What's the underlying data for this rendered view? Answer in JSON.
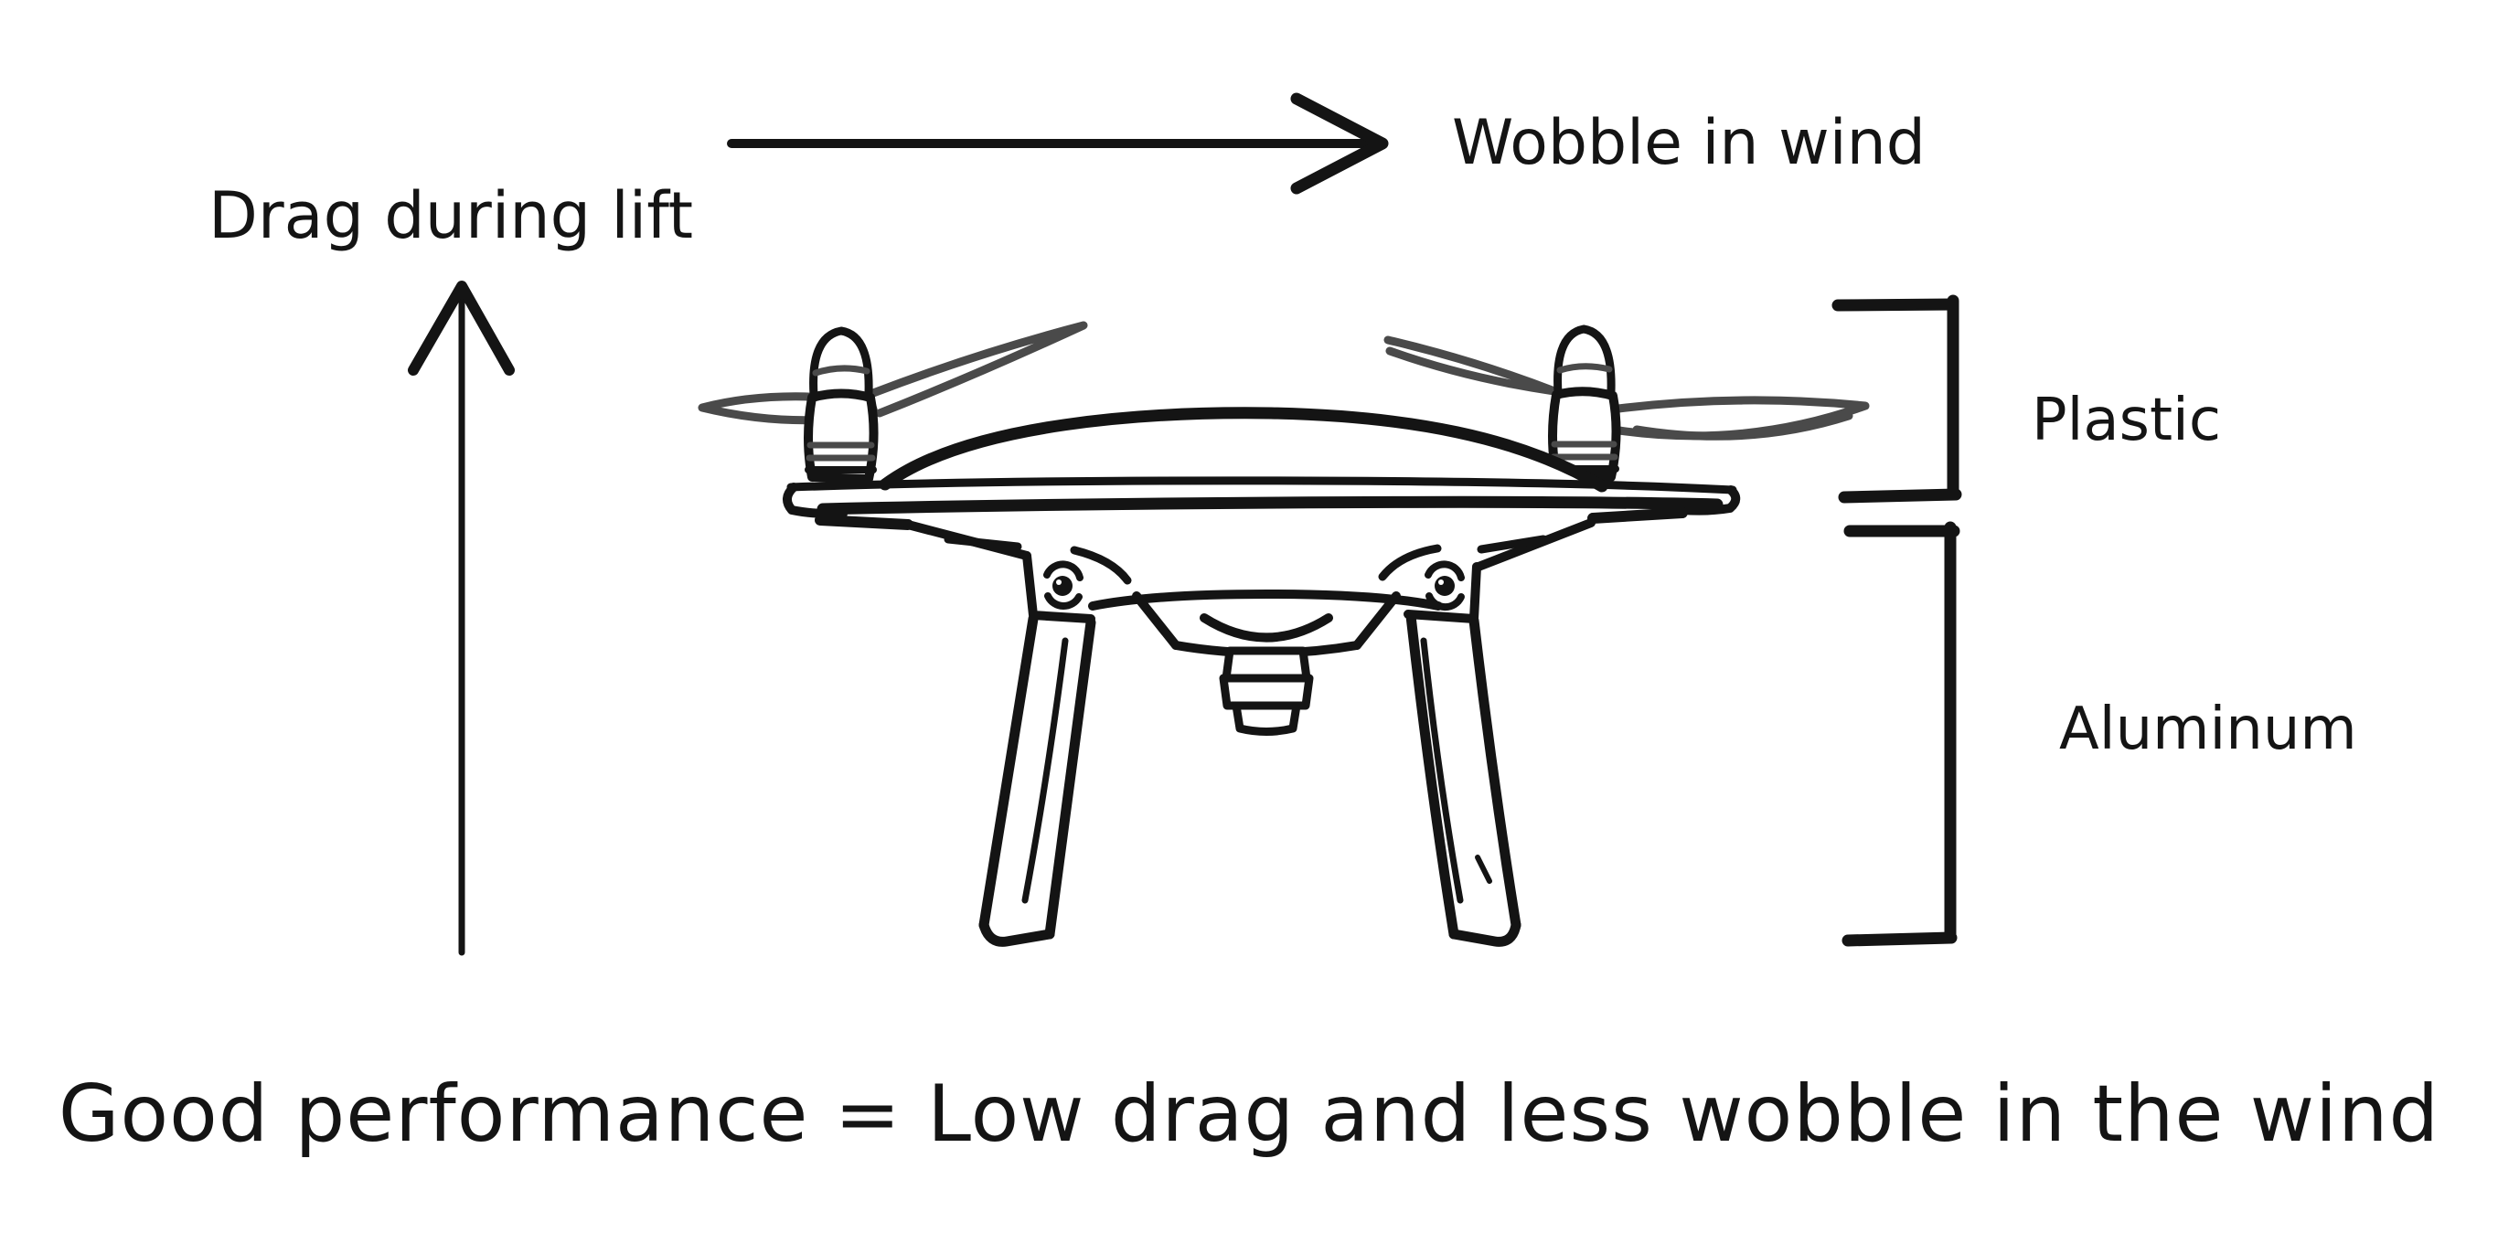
{
  "canvas": {
    "background": "#ffffff",
    "ink_color": "#141414",
    "prop_gray": "#4a4a4a"
  },
  "axes": {
    "y_axis": {
      "label": "Drag during lift",
      "direction": "up"
    },
    "x_axis": {
      "label": "Wobble in wind",
      "direction": "right"
    }
  },
  "annotations": {
    "plastic": {
      "label": "Plastic",
      "region": "propellers-and-motors"
    },
    "aluminum": {
      "label": "Aluminum",
      "region": "body-and-landing-legs"
    }
  },
  "caption": {
    "text": "Good performance = Low drag and less wobble in the wind"
  },
  "illustration": {
    "subject": "quadcopter drone, front view, hand-drawn line art"
  }
}
